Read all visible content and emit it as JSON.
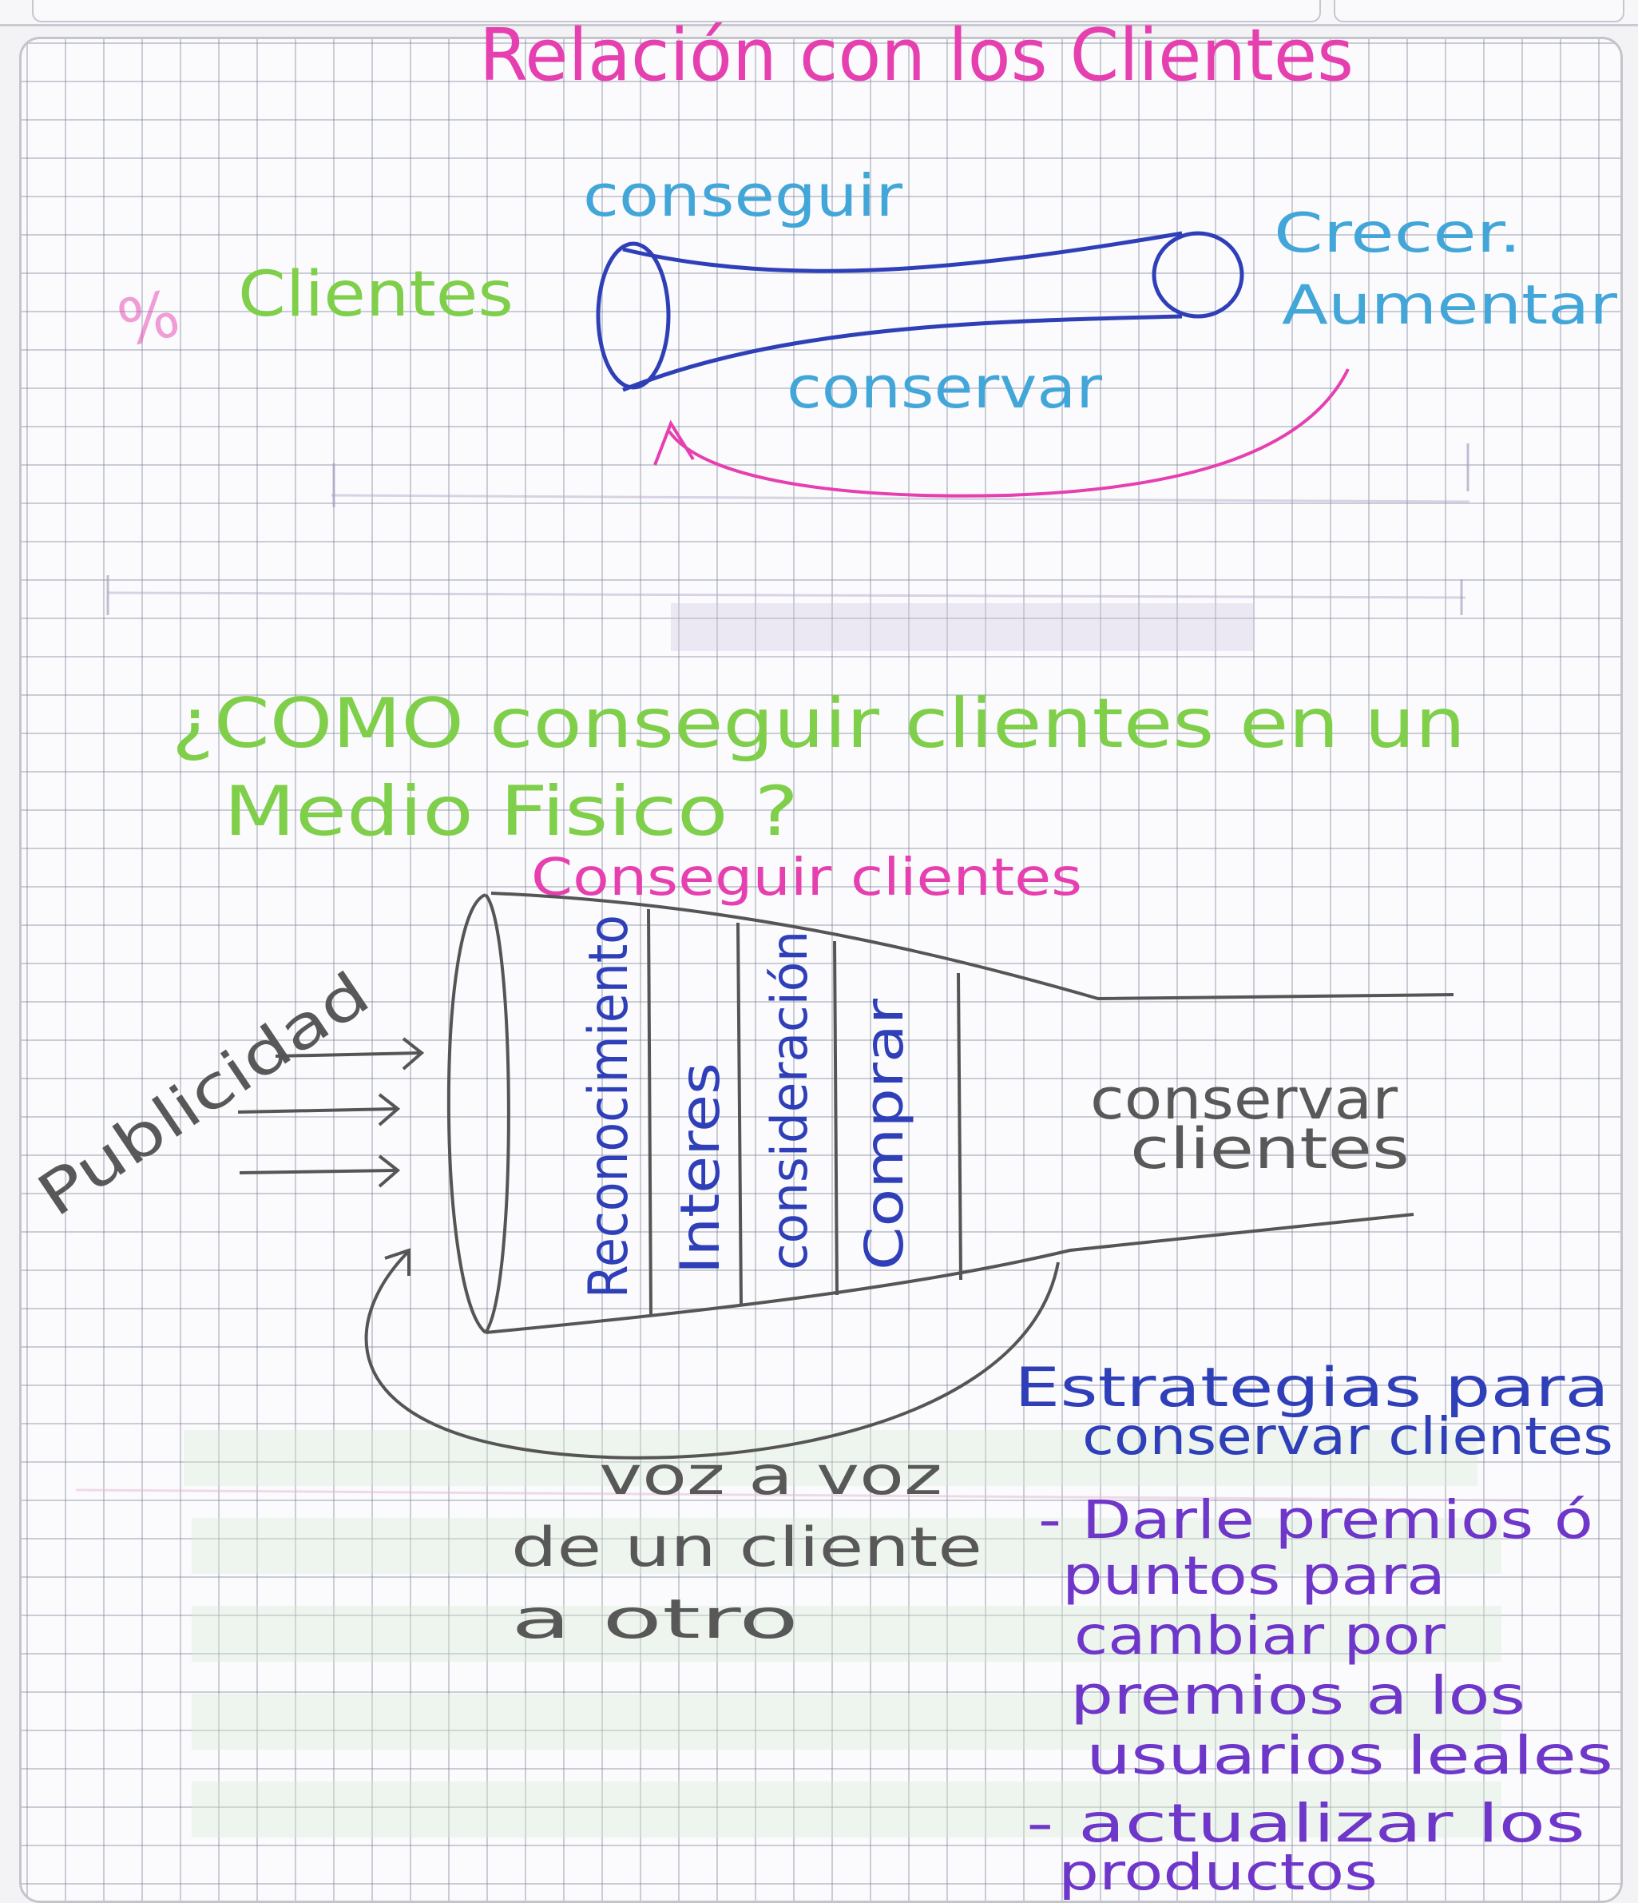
{
  "title": "Relación con los Clientes",
  "top_diagram": {
    "left_label": "Clientes",
    "percent_mark": "%",
    "top_label": "conseguir",
    "right_label_1": "Crecer.",
    "right_label_2": "Aumentar",
    "bottom_label": "conservar"
  },
  "question": {
    "line1": "¿COMO conseguir clientes en un",
    "line2": "Medio Fisico ?"
  },
  "funnel": {
    "top_label": "Conseguir clientes",
    "side_label": "Publicidad",
    "stages": [
      "Reconocimiento",
      "Interes",
      "consideración",
      "Comprar"
    ],
    "right_label_1": "conservar",
    "right_label_2": "clientes",
    "loop_label_1": "voz a voz",
    "loop_label_2": "de un cliente",
    "loop_label_3": "a otro"
  },
  "strategies": {
    "heading_1": "Estrategias para",
    "heading_2": "conservar clientes",
    "item1_lines": [
      "- Darle premios ó",
      "puntos para",
      "cambiar por",
      "premios a los",
      "usuarios leales"
    ],
    "item2_lines": [
      "- actualizar los",
      "productos"
    ]
  },
  "colors": {
    "pink": "#e63fb0",
    "green": "#7fcf4a",
    "cyan": "#42a6d8",
    "blue": "#2f3fb8",
    "gray": "#585858",
    "purple": "#6e36c9"
  }
}
